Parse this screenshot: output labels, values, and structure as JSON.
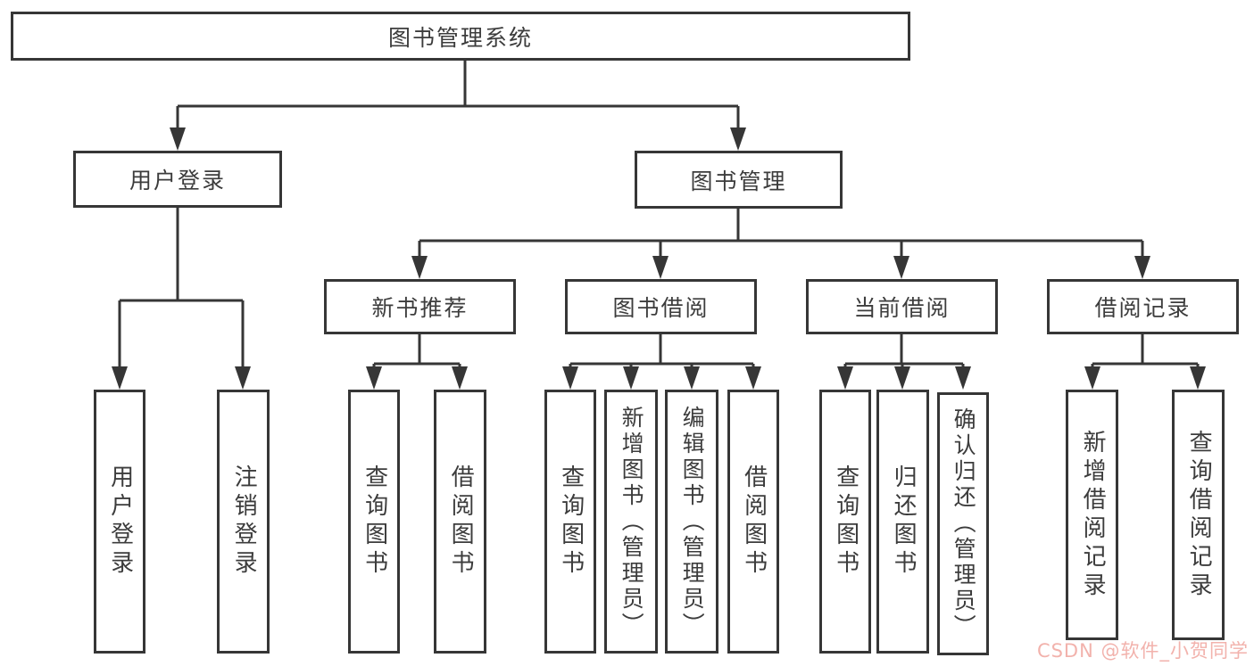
{
  "colors": {
    "box_border": "#363636",
    "connector_line": "#363636",
    "text": "#3c3c3c",
    "watermark": "#f2b2ac",
    "background": "#ffffff"
  },
  "watermark": {
    "text": "CSDN @软件_小贺同学"
  },
  "tree": {
    "label": "图书管理系统",
    "children": [
      {
        "label": "用户登录",
        "children": [
          {
            "label": "用户登录"
          },
          {
            "label": "注销登录"
          }
        ]
      },
      {
        "label": "图书管理",
        "children": [
          {
            "label": "新书推荐",
            "children": [
              {
                "label": "查询图书"
              },
              {
                "label": "借阅图书"
              }
            ]
          },
          {
            "label": "图书借阅",
            "children": [
              {
                "label": "查询图书"
              },
              {
                "label": "新增图书（管理员）"
              },
              {
                "label": "编辑图书（管理员）"
              },
              {
                "label": "借阅图书"
              }
            ]
          },
          {
            "label": "当前借阅",
            "children": [
              {
                "label": "查询图书"
              },
              {
                "label": "归还图书"
              },
              {
                "label": "确认归还（管理员）"
              }
            ]
          },
          {
            "label": "借阅记录",
            "children": [
              {
                "label": "新增借阅记录"
              },
              {
                "label": "查询借阅记录"
              }
            ]
          }
        ]
      }
    ]
  }
}
